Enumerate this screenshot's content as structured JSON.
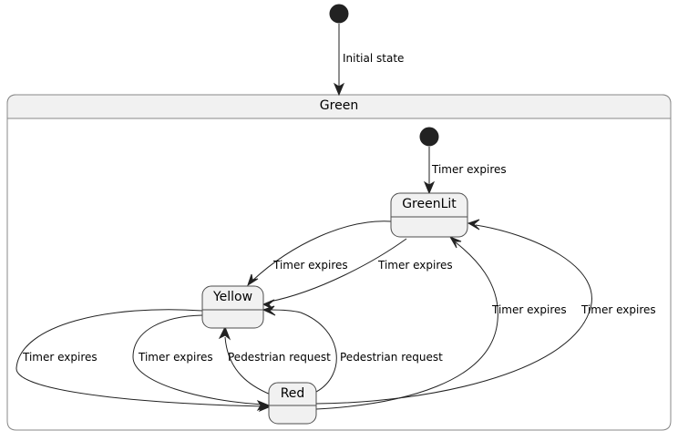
{
  "diagram": {
    "type": "uml-state-machine",
    "background_color": "#FFFFFF",
    "line_color": "#222222",
    "state_fill_color": "#F1F1F1",
    "state_border_color": "#4D4D4D",
    "composite_fill_color": "#FFFFFF",
    "composite_header_color": "#F1F1F1",
    "composite_border_color": "#888888"
  },
  "composite_state": {
    "name": "Green",
    "title": "Green"
  },
  "states": [
    {
      "id": "greenlit",
      "label": "GreenLit"
    },
    {
      "id": "yellow",
      "label": "Yellow"
    },
    {
      "id": "red",
      "label": "Red"
    }
  ],
  "pseudostates": [
    {
      "id": "outer-initial",
      "kind": "initial"
    },
    {
      "id": "inner-initial",
      "kind": "initial"
    }
  ],
  "transitions": [
    {
      "id": "t1",
      "from": "outer-initial",
      "to": "Green",
      "label": "Initial state"
    },
    {
      "id": "t2",
      "from": "inner-initial",
      "to": "GreenLit",
      "label": "Timer expires"
    },
    {
      "id": "t3",
      "from": "GreenLit",
      "to": "Yellow",
      "label": "Timer expires"
    },
    {
      "id": "t4",
      "from": "Yellow",
      "to": "GreenLit",
      "label": "Timer expires"
    },
    {
      "id": "t5",
      "from": "Yellow",
      "to": "Red",
      "label": "Timer expires"
    },
    {
      "id": "t6",
      "from": "Yellow",
      "to": "Red",
      "label": "Timer expires"
    },
    {
      "id": "t7",
      "from": "Red",
      "to": "Yellow",
      "label": "Pedestrian request"
    },
    {
      "id": "t8",
      "from": "Red",
      "to": "Yellow",
      "label": "Pedestrian request"
    },
    {
      "id": "t9",
      "from": "Red",
      "to": "GreenLit",
      "label": "Timer expires"
    },
    {
      "id": "t10",
      "from": "Red",
      "to": "GreenLit",
      "label": "Timer expires"
    }
  ],
  "labels": {
    "initial_state": "Initial state",
    "timer_expires_inner": "Timer expires",
    "timer_expires_mid_left": "Timer expires",
    "timer_expires_mid_right": "Timer expires",
    "timer_expires_bottom_1": "Timer expires",
    "timer_expires_bottom_2": "Timer expires",
    "pedestrian_request_1": "Pedestrian request",
    "pedestrian_request_2": "Pedestrian request",
    "timer_expires_right_1": "Timer expires",
    "timer_expires_right_2": "Timer expires"
  }
}
